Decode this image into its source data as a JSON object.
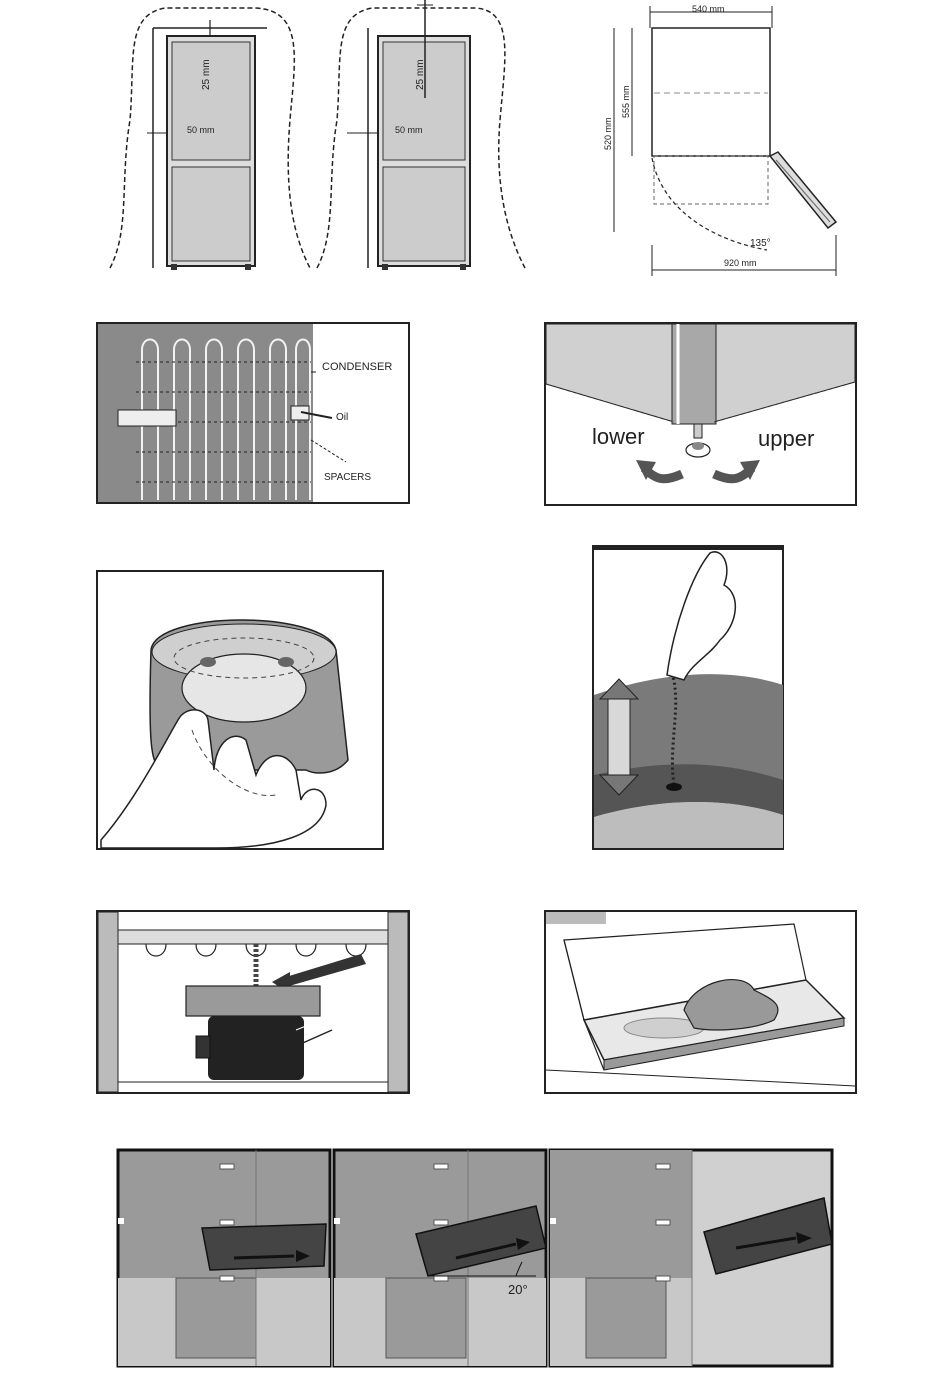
{
  "figures": {
    "clearance": {
      "top_clearance_left": "25 mm",
      "side_clearance_left": "50 mm",
      "top_clearance_right": "25 mm",
      "side_clearance_right": "50 mm"
    },
    "door_swing": {
      "width_label": "540 mm",
      "depth_inner_label": "555 mm",
      "depth_outer_label": "520 mm",
      "angle_label": "135°",
      "door_open_depth_label": "920 mm"
    },
    "condenser": {
      "label_condenser": "CONDENSER",
      "label_oil": "Oil",
      "label_spacers": "SPACERS"
    },
    "leveling": {
      "label_lower": "lower",
      "label_upper": "upper"
    },
    "tray_angle": {
      "angle_label": "20°"
    }
  }
}
